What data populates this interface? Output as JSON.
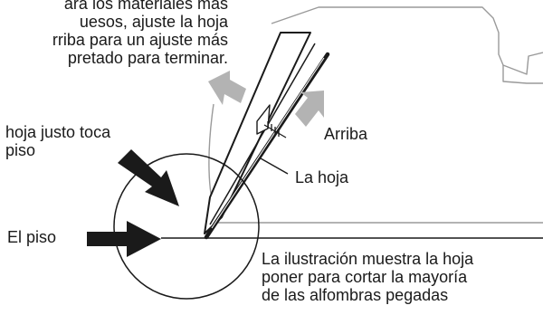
{
  "instruction_top": [
    "ara los materiales más",
    "uesos, ajuste la hoja",
    "rriba para un ajuste más",
    "pretado para terminar."
  ],
  "label_blade_touch": [
    "hoja justo toca",
    "piso"
  ],
  "label_arriba": "Arriba",
  "label_la_hoja": "La hoja",
  "label_el_piso": "El piso",
  "caption_bottom": [
    "La ilustración muestra la hoja",
    "poner para cortar la mayoría",
    "de las alfombras pegadas"
  ],
  "colors": {
    "ink": "#1a1a1a",
    "gray_arrow": "#b3b3b3",
    "tool_outline": "#9a9a9a"
  }
}
